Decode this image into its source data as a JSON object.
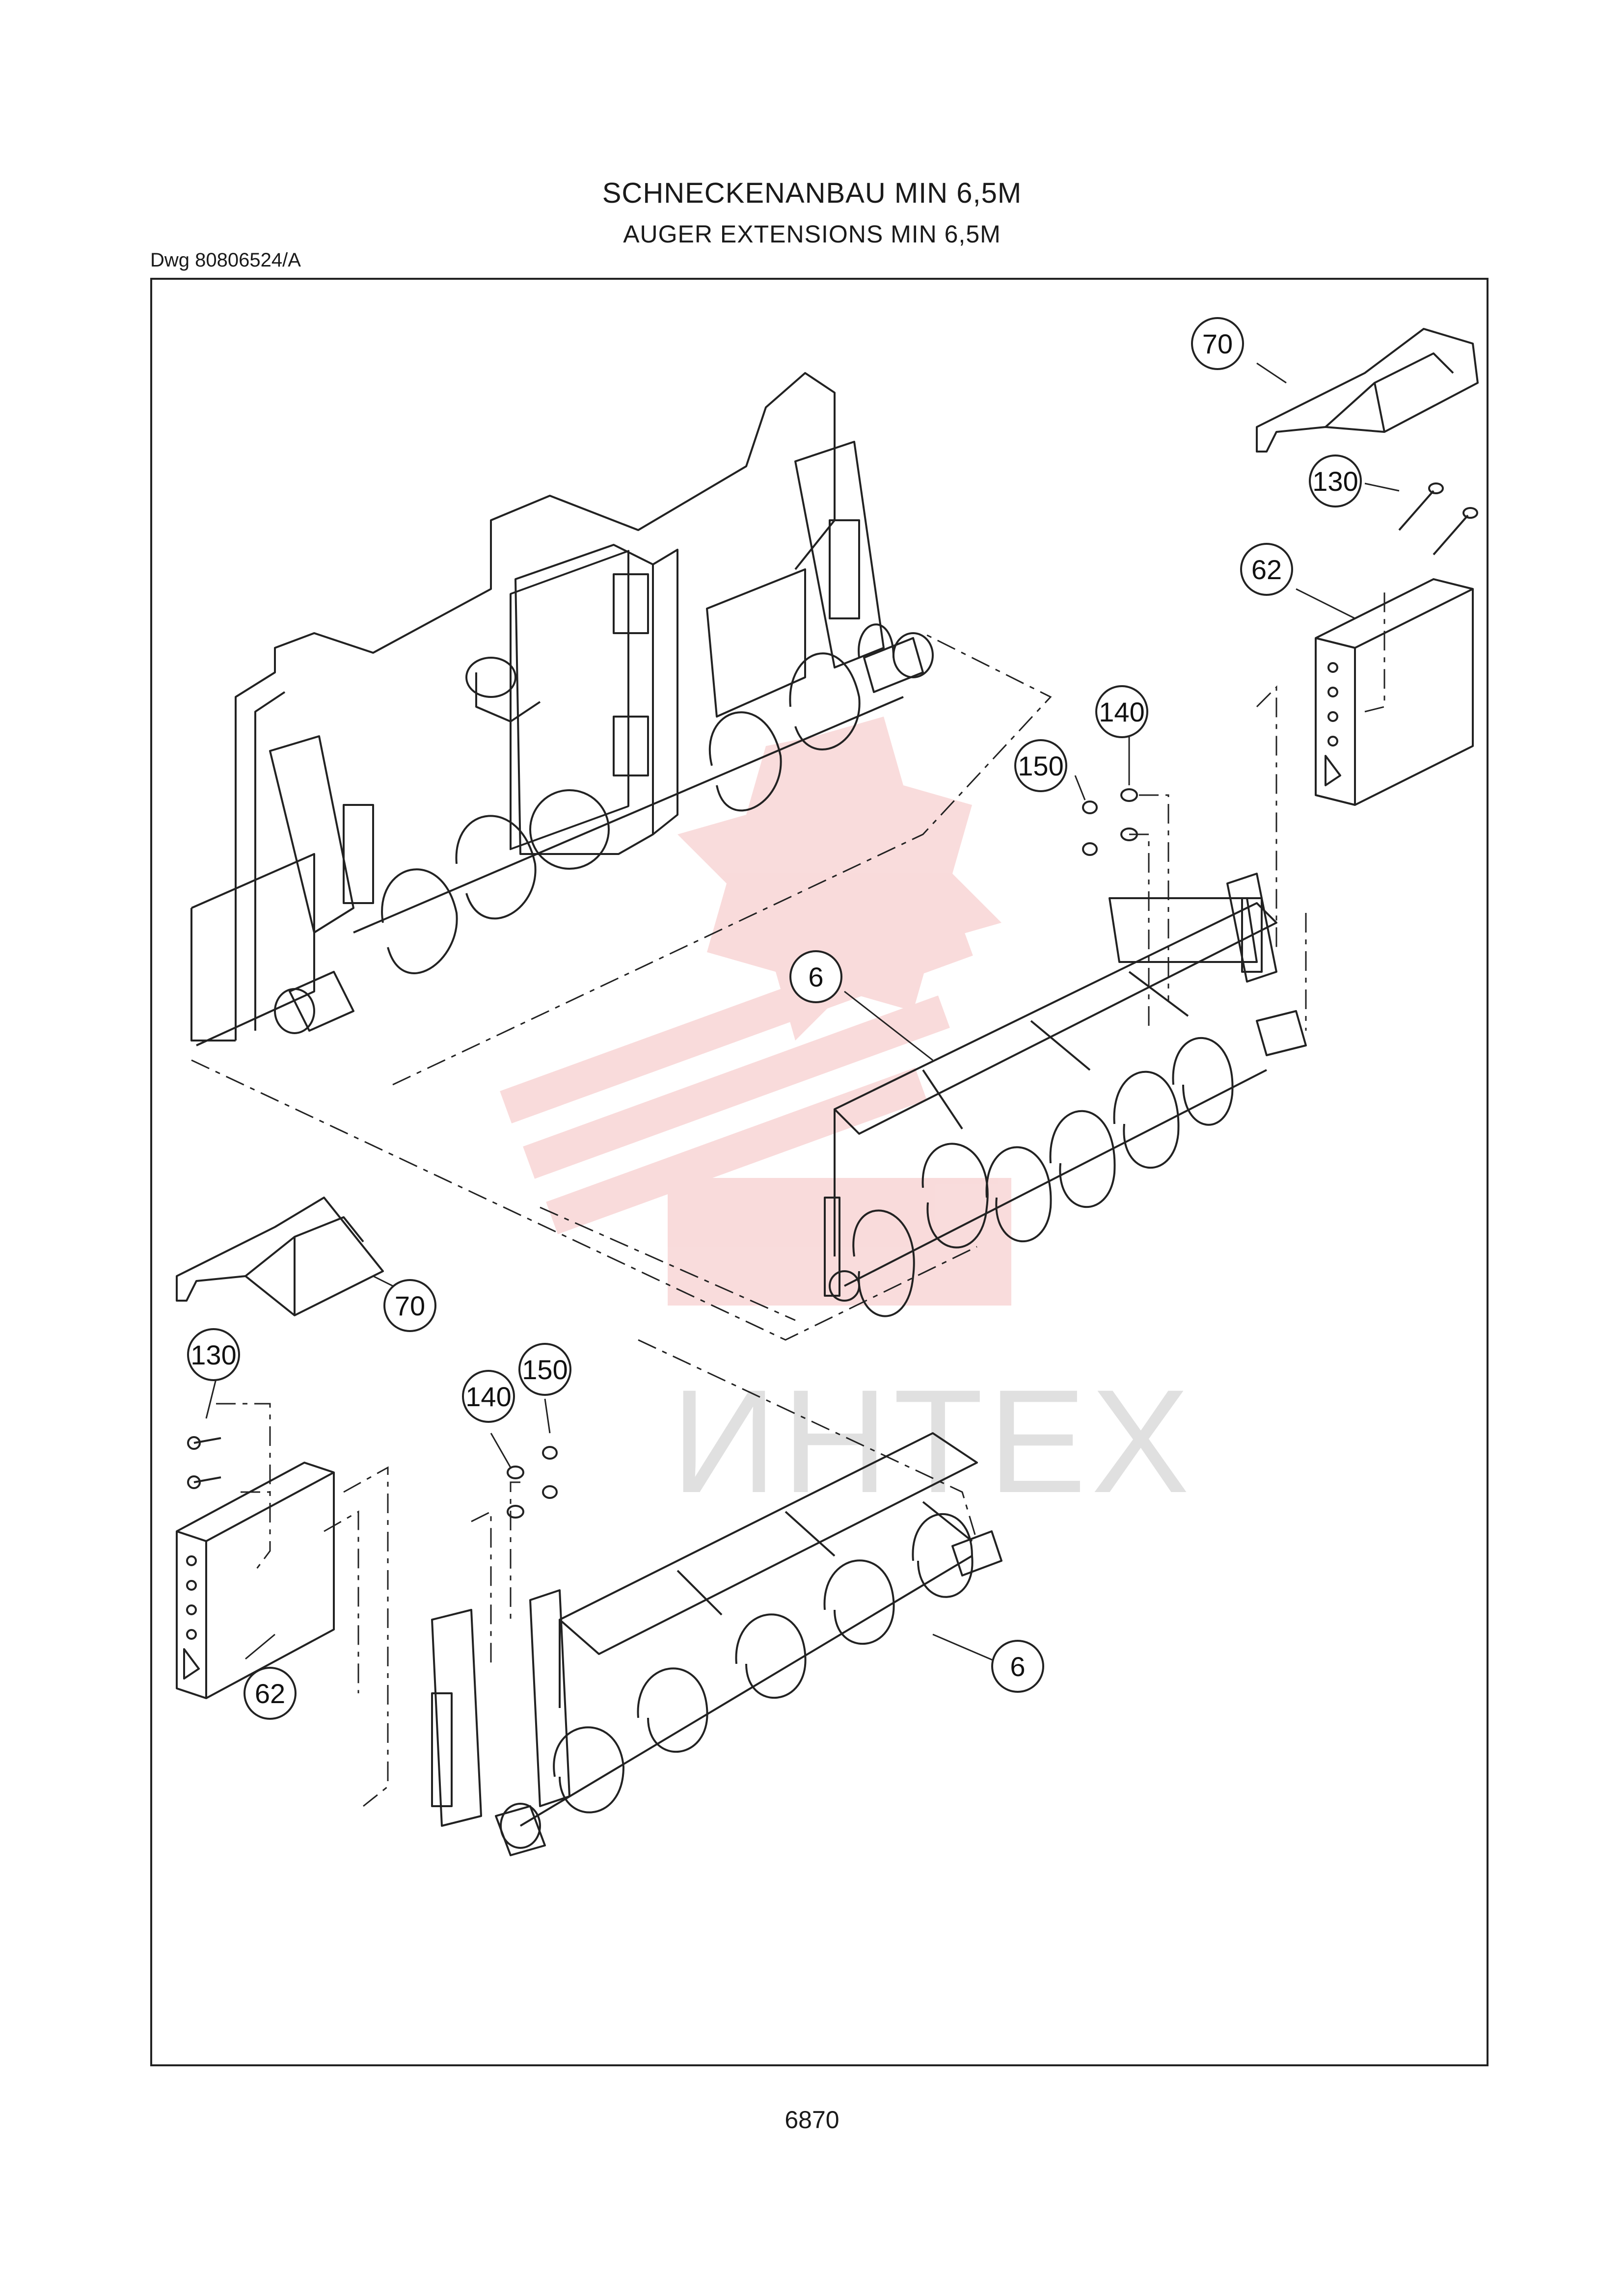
{
  "header": {
    "title_de": "SCHNECKENANBAU MIN 6,5M",
    "title_en": "AUGER EXTENSIONS MIN 6,5M",
    "drawing_number": "Dwg 80806524/A"
  },
  "footer": {
    "page_number": "6870"
  },
  "watermark": {
    "text": "ИНТЕХ",
    "color": "#f2b8b8"
  },
  "callouts": [
    {
      "id": "c70a",
      "label": "70"
    },
    {
      "id": "c130a",
      "label": "130"
    },
    {
      "id": "c62a",
      "label": "62"
    },
    {
      "id": "c140a",
      "label": "140"
    },
    {
      "id": "c150a",
      "label": "150"
    },
    {
      "id": "c6a",
      "label": "6"
    },
    {
      "id": "c70b",
      "label": "70"
    },
    {
      "id": "c130b",
      "label": "130"
    },
    {
      "id": "c140b",
      "label": "140"
    },
    {
      "id": "c150b",
      "label": "150"
    },
    {
      "id": "c62b",
      "label": "62"
    },
    {
      "id": "c6b",
      "label": "6"
    }
  ]
}
